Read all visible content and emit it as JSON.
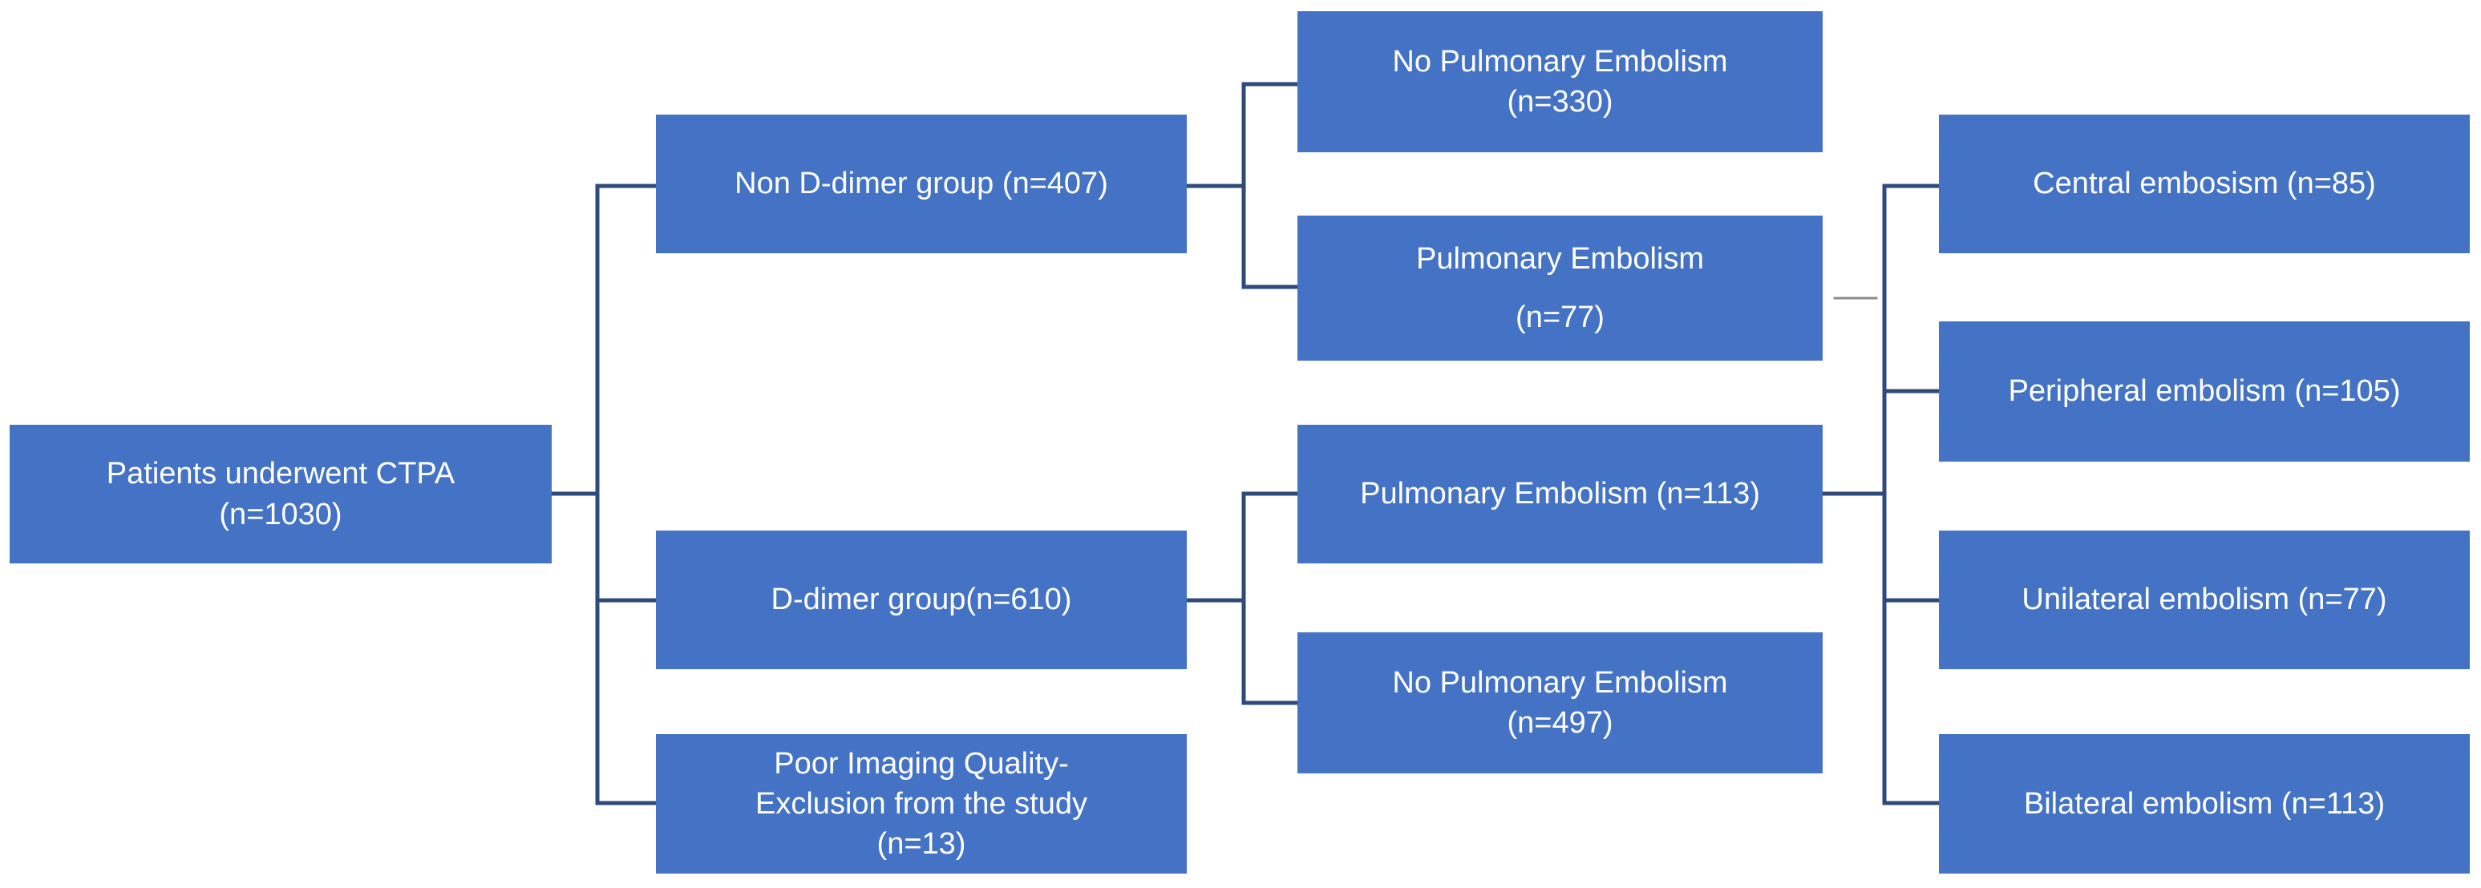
{
  "colors": {
    "box_fill": "#4472c4",
    "box_text": "#ffffff",
    "connector": "#2f4a7a"
  },
  "nodes": {
    "root": {
      "line1": "Patients underwent CTPA",
      "line2": "(n=1030)"
    },
    "non_ddimer": {
      "line1": "Non D-dimer group (n=407)"
    },
    "ddimer": {
      "line1": "D-dimer group(n=610)"
    },
    "poor_quality": {
      "line1": "Poor Imaging Quality-",
      "line2": "Exclusion from the study",
      "line3": "(n=13)"
    },
    "no_pe_330": {
      "line1": "No Pulmonary Embolism",
      "line2": "(n=330)"
    },
    "pe_77": {
      "line1": "Pulmonary Embolism",
      "line2": "(n=77)"
    },
    "pe_113": {
      "line1": "Pulmonary Embolism (n=113)"
    },
    "no_pe_497": {
      "line1": "No Pulmonary Embolism",
      "line2": "(n=497)"
    },
    "central": {
      "line1": "Central embosism (n=85)"
    },
    "peripheral": {
      "line1": "Peripheral embolism (n=105)"
    },
    "unilateral": {
      "line1": "Unilateral embolism (n=77)"
    },
    "bilateral": {
      "line1": "Bilateral embolism (n=113)"
    }
  }
}
